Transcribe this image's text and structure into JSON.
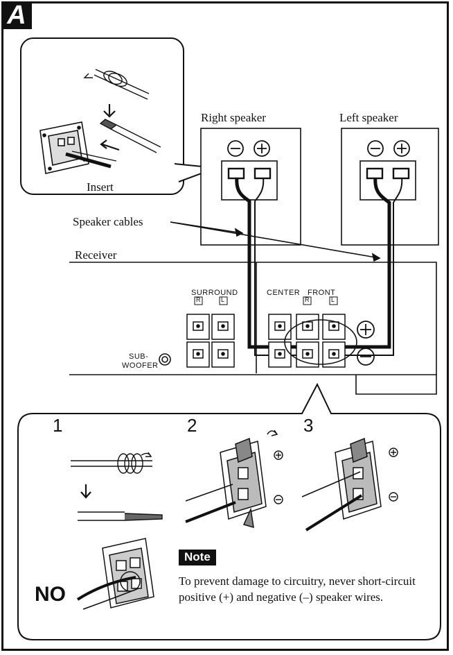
{
  "section": "A",
  "labels": {
    "insert": "Insert",
    "right_speaker": "Right speaker",
    "left_speaker": "Left speaker",
    "speaker_cables": "Speaker cables",
    "receiver": "Receiver",
    "surround": "SURROUND",
    "surround_r": "R",
    "surround_l": "L",
    "center": "CENTER",
    "front": "FRONT",
    "front_r": "R",
    "front_l": "L",
    "subwoofer_line1": "SUB-",
    "subwoofer_line2": "WOOFER",
    "plus": "⊕",
    "minus": "⊖"
  },
  "steps": [
    "1",
    "2",
    "3"
  ],
  "no_label": "NO",
  "note": {
    "title": "Note",
    "text": "To prevent damage to circuitry, never short-circuit positive (+) and negative (–) speaker wires."
  }
}
